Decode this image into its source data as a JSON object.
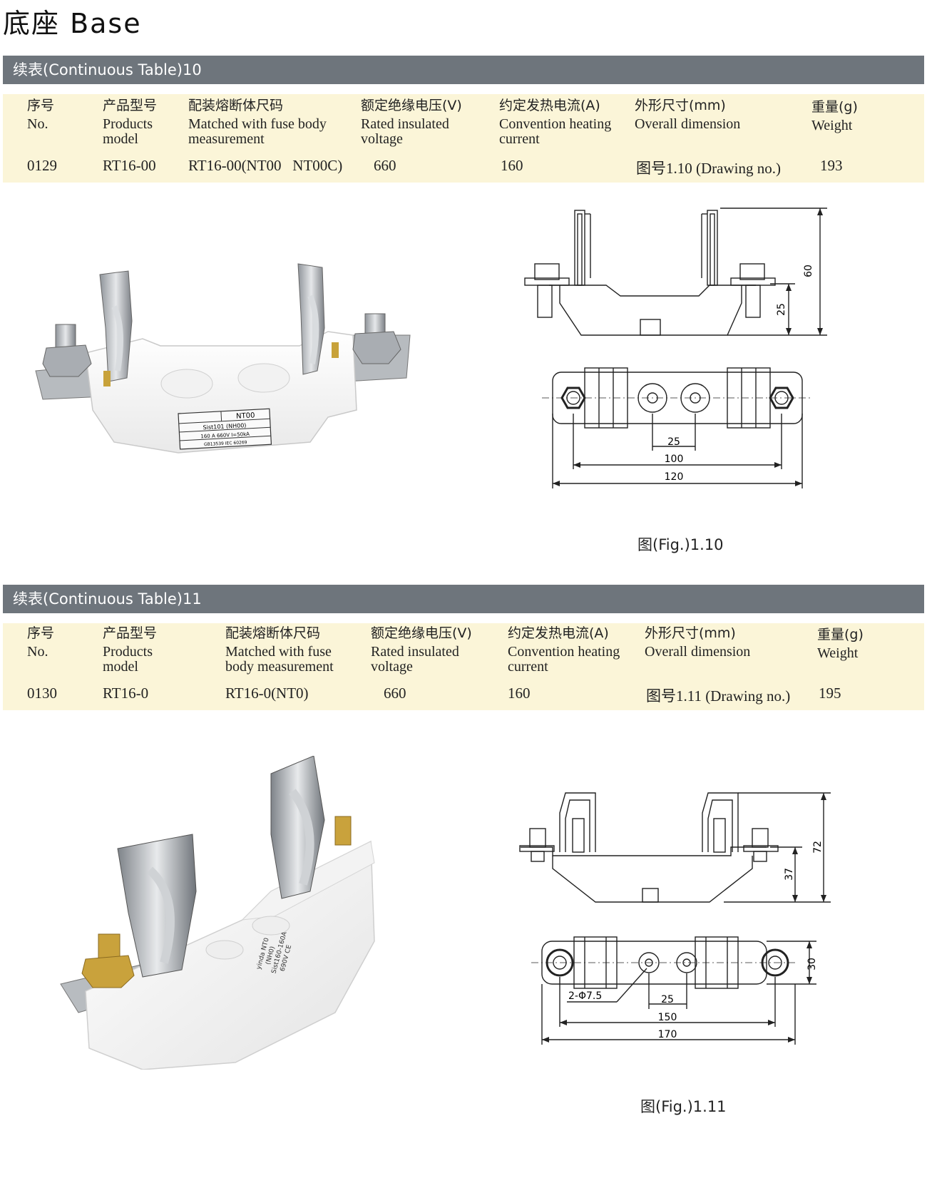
{
  "page_title": "底座 Base",
  "tables": [
    {
      "bar_label": "续表(Continuous Table)10",
      "headers": {
        "no_zh": "序号",
        "no_en": "No.",
        "model_zh": "产品型号",
        "model_en1": "Products",
        "model_en2": "model",
        "fuse_zh": "配装熔断体尺码",
        "fuse_en1": "Matched with fuse body",
        "fuse_en2": "measurement",
        "volt_zh": "额定绝缘电压(V)",
        "volt_en1": "Rated insulated",
        "volt_en2": "voltage",
        "curr_zh": "约定发热电流(A)",
        "curr_en1": "Convention heating",
        "curr_en2": "current",
        "dim_zh": "外形尺寸(mm)",
        "dim_en": "Overall dimension",
        "wt_zh": "重量(g)",
        "wt_en": "Weight"
      },
      "row": {
        "no": "0129",
        "model": "RT16-00",
        "fuse": "RT16-00(NT00   NT00C)",
        "volt": "660",
        "curr": "160",
        "dim": "图号1.10 (Drawing no.)",
        "wt": "193"
      },
      "caption": "图(Fig.)1.10",
      "label_plate": {
        "line1": "NT00",
        "line2": "Sist101  (NH00)",
        "line3": "160 A   660V I=50kA",
        "line4": "GB13539   IEC 60269"
      },
      "dims": {
        "height_total": "60",
        "height_part": "25",
        "spacing": "25",
        "inner": "100",
        "outer": "120"
      }
    },
    {
      "bar_label": "续表(Continuous Table)11",
      "headers": {
        "no_zh": "序号",
        "no_en": "No.",
        "model_zh": "产品型号",
        "model_en1": "Products",
        "model_en2": "model",
        "fuse_zh": "配装熔断体尺码",
        "fuse_en1": "Matched with fuse",
        "fuse_en2": "body measurement",
        "volt_zh": "额定绝缘电压(V)",
        "volt_en1": "Rated insulated",
        "volt_en2": "voltage",
        "curr_zh": "约定发热电流(A)",
        "curr_en1": "Convention heating",
        "curr_en2": "current",
        "dim_zh": "外形尺寸(mm)",
        "dim_en": "Overall dimension",
        "wt_zh": "重量(g)",
        "wt_en": "Weight"
      },
      "row": {
        "no": "0130",
        "model": "RT16-0",
        "fuse": "RT16-0(NT0)",
        "volt": "660",
        "curr": "160",
        "dim": "图号1.11 (Drawing no.)",
        "wt": "195"
      },
      "caption": "图(Fig.)1.11",
      "label_plate": {
        "line1": "yinda NT0",
        "line2": "(NH0)",
        "line3": "Sist160-160A",
        "line4": "690V CE"
      },
      "dims": {
        "height_total": "72",
        "height_part": "37",
        "width": "30",
        "holes": "2-Φ7.5",
        "spacing": "25",
        "inner": "150",
        "outer": "170"
      }
    }
  ]
}
